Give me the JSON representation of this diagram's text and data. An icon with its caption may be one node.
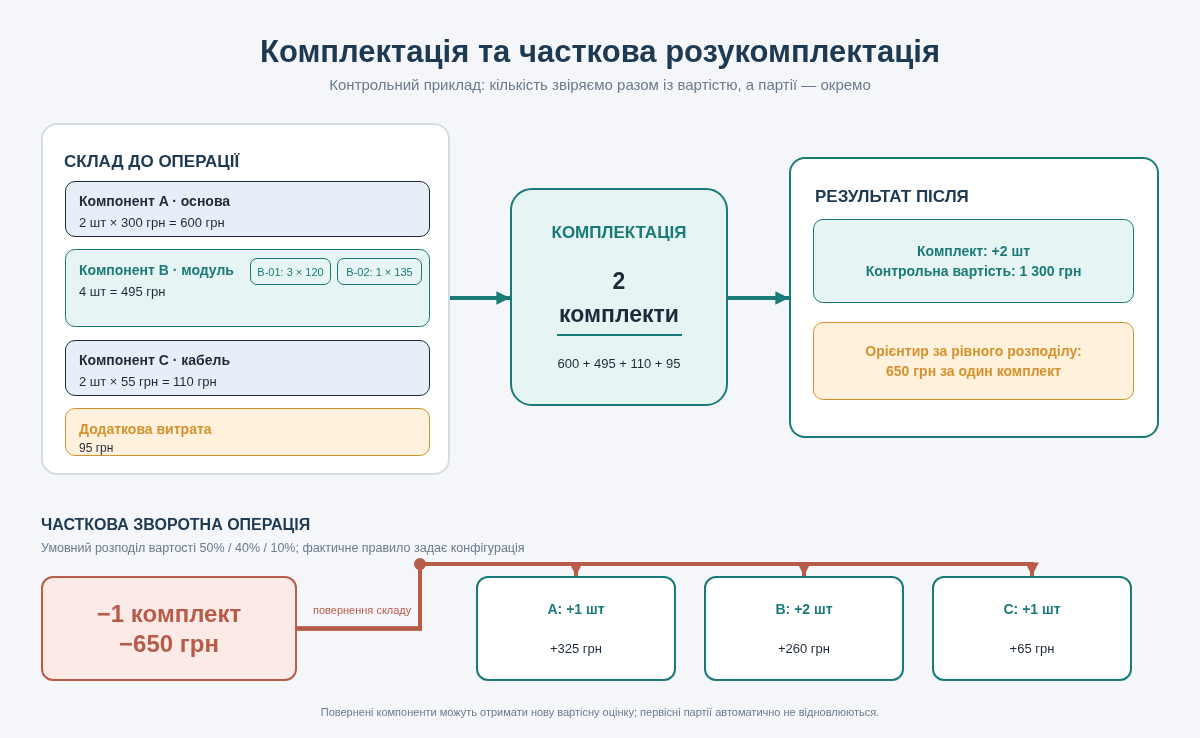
{
  "diagram": {
    "title": "Комплектація та часткова розукомплектація",
    "caption": "Повернені компоненти можуть отримати нову вартісну оцінку; первісні партії автоматично не відновлюються.",
    "nodes": [
      {
        "text": [
          "СКЛАД ДО ОПЕРАЦІЇ"
        ]
      },
      {
        "text": [
          "Компонент A · основа",
          "2 шт × 300 грн = 600 грн"
        ],
        "in": 0
      },
      {
        "text": [
          "Компонент B · модуль",
          "4 шт = 495 грн"
        ],
        "in": 0
      },
      {
        "text": [
          "B-01: 3 × 120"
        ],
        "in": 2
      },
      {
        "text": [
          "B-02: 1 × 135"
        ],
        "in": 2
      },
      {
        "text": [
          "Компонент C · кабель",
          "2 шт × 55 грн = 110 грн"
        ],
        "in": 0
      },
      {
        "text": [
          "Додаткова витрата",
          "95 грн"
        ],
        "in": 0
      },
      {
        "text": [
          "КОМПЛЕКТАЦІЯ",
          "2 комплекти",
          "600 + 495 + 110 + 95"
        ]
      },
      {
        "text": [
          "РЕЗУЛЬТАТ ПІСЛЯ"
        ]
      },
      {
        "text": [
          "Комплект: +2 шт",
          "Контрольна вартість: 1 300 грн"
        ],
        "in": 8
      },
      {
        "text": [
          "Орієнтир за рівного розподілу:",
          "650 грн за один комплект"
        ],
        "in": 8
      },
      {
        "text": [
          "−1 комплект",
          "−650 грн"
        ]
      },
      {
        "text": [
          "A: +1 шт",
          "+325 грн"
        ]
      },
      {
        "text": [
          "B: +2 шт",
          "+260 грн"
        ]
      },
      {
        "text": [
          "C: +1 шт",
          "+65 грн"
        ]
      }
    ],
    "edges": [
      {
        "from": 0,
        "to": 7,
        "arrow": "to",
        "color": "#1a7a78"
      },
      {
        "from": 7,
        "to": 8,
        "arrow": "to",
        "color": "#1a7a78"
      },
      {
        "from": 11,
        "to": 12,
        "arrow": "to",
        "label": "повернення складу",
        "color": "#b85c4a"
      },
      {
        "from": 11,
        "to": 13,
        "arrow": "to",
        "color": "#b85c4a"
      },
      {
        "from": 11,
        "to": 14,
        "arrow": "to",
        "color": "#b85c4a"
      }
    ],
    "labels": [
      "Контрольний приклад: кількість звіряємо разом із вартістю, а партії — окремо",
      "ЧАСТКОВА ЗВОРОТНА ОПЕРАЦІЯ",
      "Умовний розподіл вартості 50% / 40% / 10%; фактичне правило задає конфігурація"
    ]
  }
}
